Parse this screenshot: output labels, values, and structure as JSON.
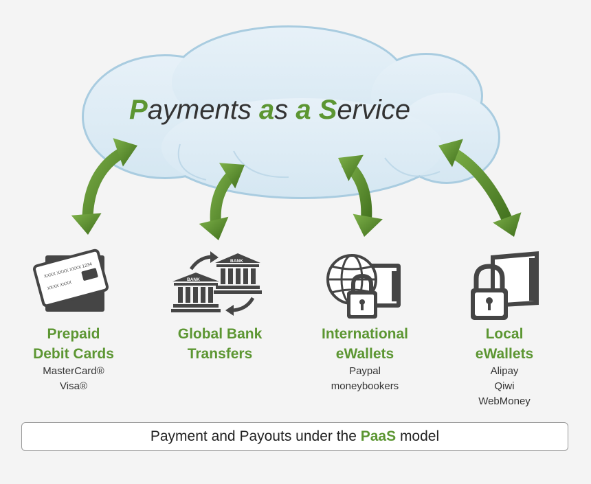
{
  "title": {
    "w1_initial": "P",
    "w1_rest": "ayments",
    "w2_initial": "a",
    "w2_rest": "s",
    "w3": "a",
    "w4_initial": "S",
    "w4_rest": "ervice"
  },
  "items": [
    {
      "heading_l1": "Prepaid",
      "heading_l2": "Debit Cards",
      "sub": [
        "MasterCard®",
        "Visa®"
      ],
      "icon": "credit-card-icon"
    },
    {
      "heading_l1": "Global Bank",
      "heading_l2": "Transfers",
      "sub": [],
      "icon": "bank-transfer-icon"
    },
    {
      "heading_l1": "International",
      "heading_l2": "eWallets",
      "sub": [
        "Paypal",
        "moneybookers"
      ],
      "icon": "globe-wallet-lock-icon"
    },
    {
      "heading_l1": "Local",
      "heading_l2": "eWallets",
      "sub": [
        "Alipay",
        "Qiwi",
        "WebMoney"
      ],
      "icon": "wallet-lock-icon"
    }
  ],
  "icon_text": {
    "card_line1": "XXXX XXXX XXXX 1234",
    "card_line2": "XXXX XXXX",
    "bank": "BANK"
  },
  "footer": {
    "before": "Payment and Payouts under the ",
    "highlight": "PaaS",
    "after": " model"
  },
  "colors": {
    "accent": "#5c9632",
    "cloud_fill": "#dbeaf3",
    "cloud_stroke": "#a9cce0",
    "icon": "#454545"
  }
}
